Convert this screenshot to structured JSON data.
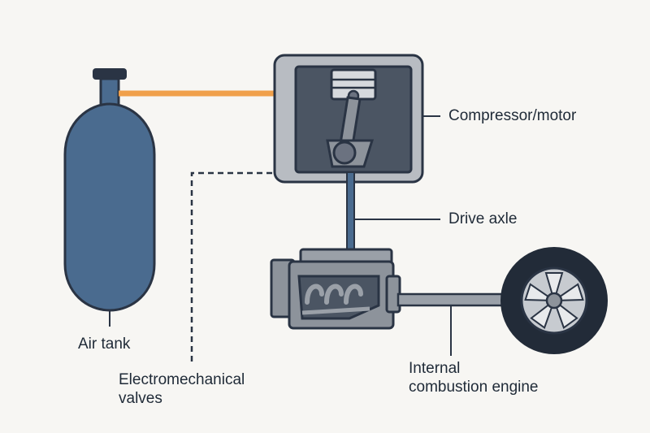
{
  "labels": {
    "compressor": "Compressor/motor",
    "drive_axle": "Drive axle",
    "air_tank": "Air tank",
    "valves_line1": "Electromechanical",
    "valves_line2": "valves",
    "engine_line1": "Internal",
    "engine_line2": "combustion engine"
  },
  "colors": {
    "background": "#f7f6f3",
    "tank": "#4a6b8f",
    "outline": "#2a3444",
    "air_pipe": "#f0a04b",
    "housing": "#b8bcc2",
    "engine": "#8d939b",
    "tire": "#222b38",
    "rim": "#c7cbd0",
    "text": "#1f2a37"
  }
}
